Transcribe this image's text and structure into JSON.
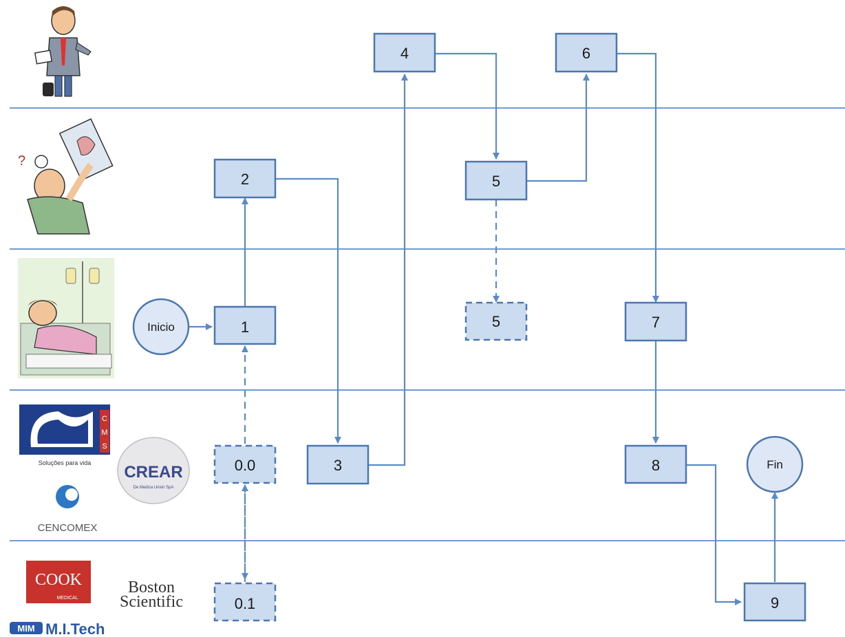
{
  "colors": {
    "box_fill": "#ccdcf0",
    "box_stroke": "#4a77ad",
    "line": "#5b8bc6",
    "lane_line": "#6f9bd0",
    "circle_fill": "#dde7f5"
  },
  "nodes": {
    "n4": "4",
    "n6": "6",
    "n2": "2",
    "n5_doctor": "5",
    "n5_patient": "5",
    "n1": "1",
    "n7": "7",
    "n0_0": "0.0",
    "n3": "3",
    "n8": "8",
    "n0_1": "0.1",
    "n9": "9",
    "start": "Inicio",
    "end": "Fin"
  },
  "lanes": [
    {
      "icon": "businessman-icon"
    },
    {
      "icon": "doctor-xray-icon"
    },
    {
      "icon": "patient-bed-icon"
    },
    {
      "icon": "suppliers-logos"
    },
    {
      "icon": "manufacturers-logos"
    }
  ],
  "logos": {
    "cms_letters": [
      "C",
      "M",
      "S"
    ],
    "cms_tagline": "Soluções para vida",
    "crear": "CREAR",
    "crear_sub": "De Medica Union SpA",
    "cencomex": "CENCOMEX",
    "cook": "COOK",
    "cook_sub": "MEDICAL",
    "boston_1": "Boston",
    "boston_2": "Scientific",
    "mitech": "M.I.Tech",
    "mitech_mark": "MIM"
  }
}
